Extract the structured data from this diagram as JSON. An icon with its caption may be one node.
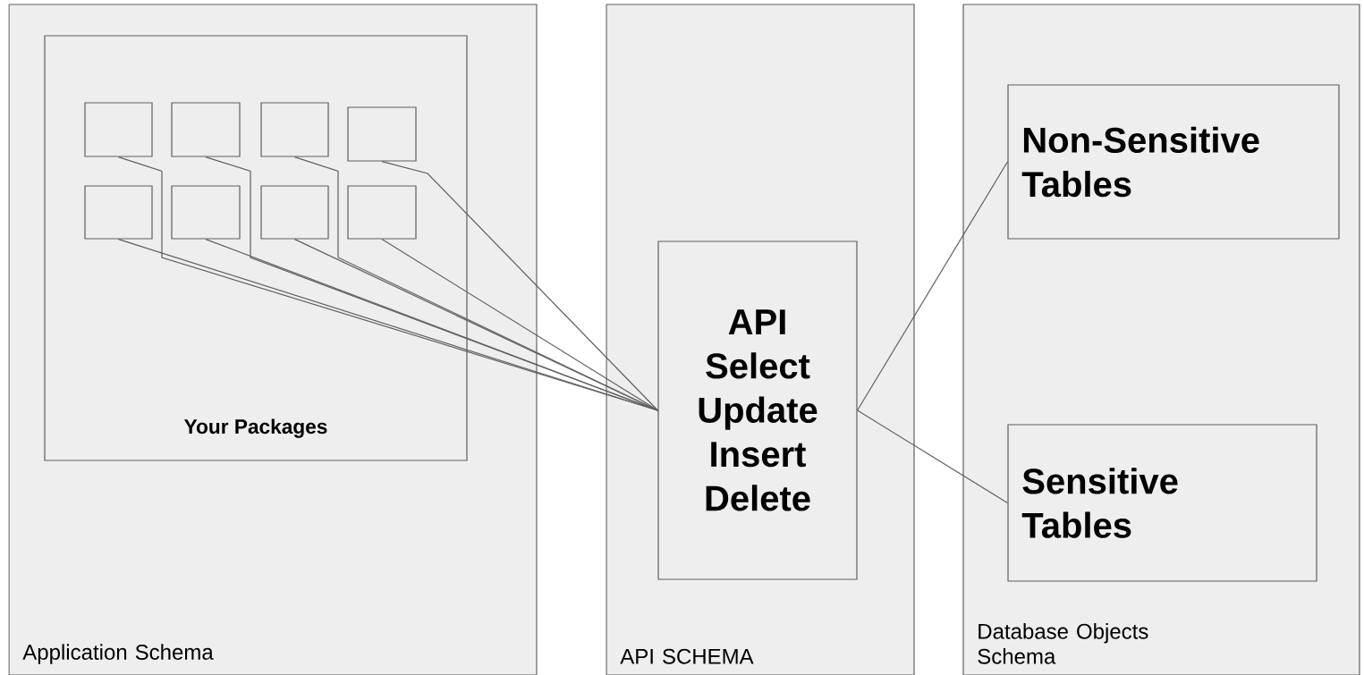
{
  "diagram": {
    "nodes": [
      {
        "text": [
          "Application Schema"
        ]
      },
      {
        "text": [
          "Your Packages"
        ],
        "in": 0
      },
      {
        "text": [],
        "shape": "box",
        "in": 1
      },
      {
        "text": [],
        "shape": "box",
        "in": 1
      },
      {
        "text": [],
        "shape": "box",
        "in": 1
      },
      {
        "text": [],
        "shape": "box",
        "in": 1
      },
      {
        "text": [],
        "shape": "box",
        "in": 1
      },
      {
        "text": [],
        "shape": "box",
        "in": 1
      },
      {
        "text": [],
        "shape": "box",
        "in": 1
      },
      {
        "text": [],
        "shape": "box",
        "in": 1
      },
      {
        "text": [
          "API SCHEMA"
        ]
      },
      {
        "text": [
          "API Select Update Insert Delete"
        ],
        "in": 10
      },
      {
        "text": [
          "Database Objects Schema"
        ]
      },
      {
        "text": [
          "Non-Sensitive Tables"
        ],
        "in": 12
      },
      {
        "text": [
          "Sensitive Tables"
        ],
        "in": 12
      }
    ],
    "edges": [
      {
        "from": 2,
        "to": 11,
        "arrow": "none"
      },
      {
        "from": 3,
        "to": 11,
        "arrow": "none"
      },
      {
        "from": 4,
        "to": 11,
        "arrow": "none"
      },
      {
        "from": 5,
        "to": 11,
        "arrow": "none"
      },
      {
        "from": 6,
        "to": 11,
        "arrow": "none"
      },
      {
        "from": 7,
        "to": 11,
        "arrow": "none"
      },
      {
        "from": 8,
        "to": 11,
        "arrow": "none"
      },
      {
        "from": 9,
        "to": 11,
        "arrow": "none"
      },
      {
        "from": 11,
        "to": 13,
        "arrow": "none"
      },
      {
        "from": 11,
        "to": 14,
        "arrow": "none"
      }
    ]
  }
}
